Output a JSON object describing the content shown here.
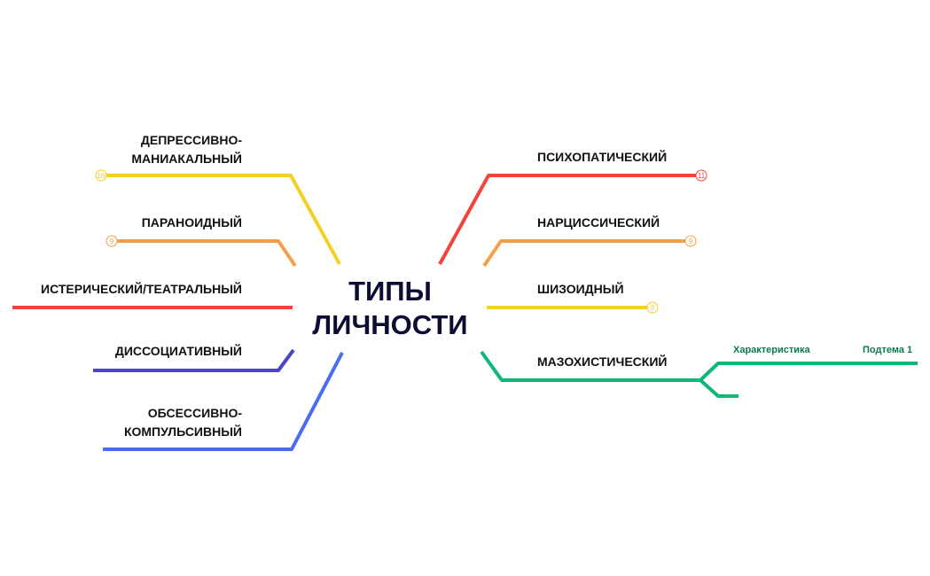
{
  "central_topic": [
    "ТИПЫ",
    "ЛИЧНОСТИ"
  ],
  "colors": {
    "yellow": "#f2d024",
    "orange": "#f5a04a",
    "red": "#f2443a",
    "indigo": "#4b47c4",
    "blue": "#4a6cf5",
    "green": "#0cb877"
  },
  "left_branches": [
    {
      "label": "ДЕПРЕССИВНО-\nМАНИАКАЛЬНЫЙ",
      "line1": "ДЕПРЕССИВНО-",
      "line2": "МАНИАКАЛЬНЫЙ",
      "count": "16",
      "color": "yellow"
    },
    {
      "label": "ПАРАНОИДНЫЙ",
      "count": "9",
      "color": "orange"
    },
    {
      "label": "ИСТЕРИЧЕСКИЙ/ТЕАТРАЛЬНЫЙ",
      "color": "red"
    },
    {
      "label": "ДИССОЦИАТИВНЫЙ",
      "color": "indigo"
    },
    {
      "label": "ОБСЕССИВНО-\nКОМПУЛЬСИВНЫЙ",
      "line1": "ОБСЕССИВНО-",
      "line2": "КОМПУЛЬСИВНЫЙ",
      "color": "blue"
    }
  ],
  "right_branches": [
    {
      "label": "ПСИХОПАТИЧЕСКИЙ",
      "count": "11",
      "color": "red"
    },
    {
      "label": "НАРЦИССИЧЕСКИЙ",
      "count": "9",
      "color": "orange"
    },
    {
      "label": "ШИЗОИДНЫЙ",
      "count": "9",
      "color": "yellow"
    },
    {
      "label": "МАЗОХИСТИЧЕСКИЙ",
      "color": "green",
      "children": [
        {
          "label": "Характеристика",
          "children": [
            {
              "label": "Подтема 1"
            }
          ]
        },
        {
          "label": ""
        }
      ]
    }
  ]
}
